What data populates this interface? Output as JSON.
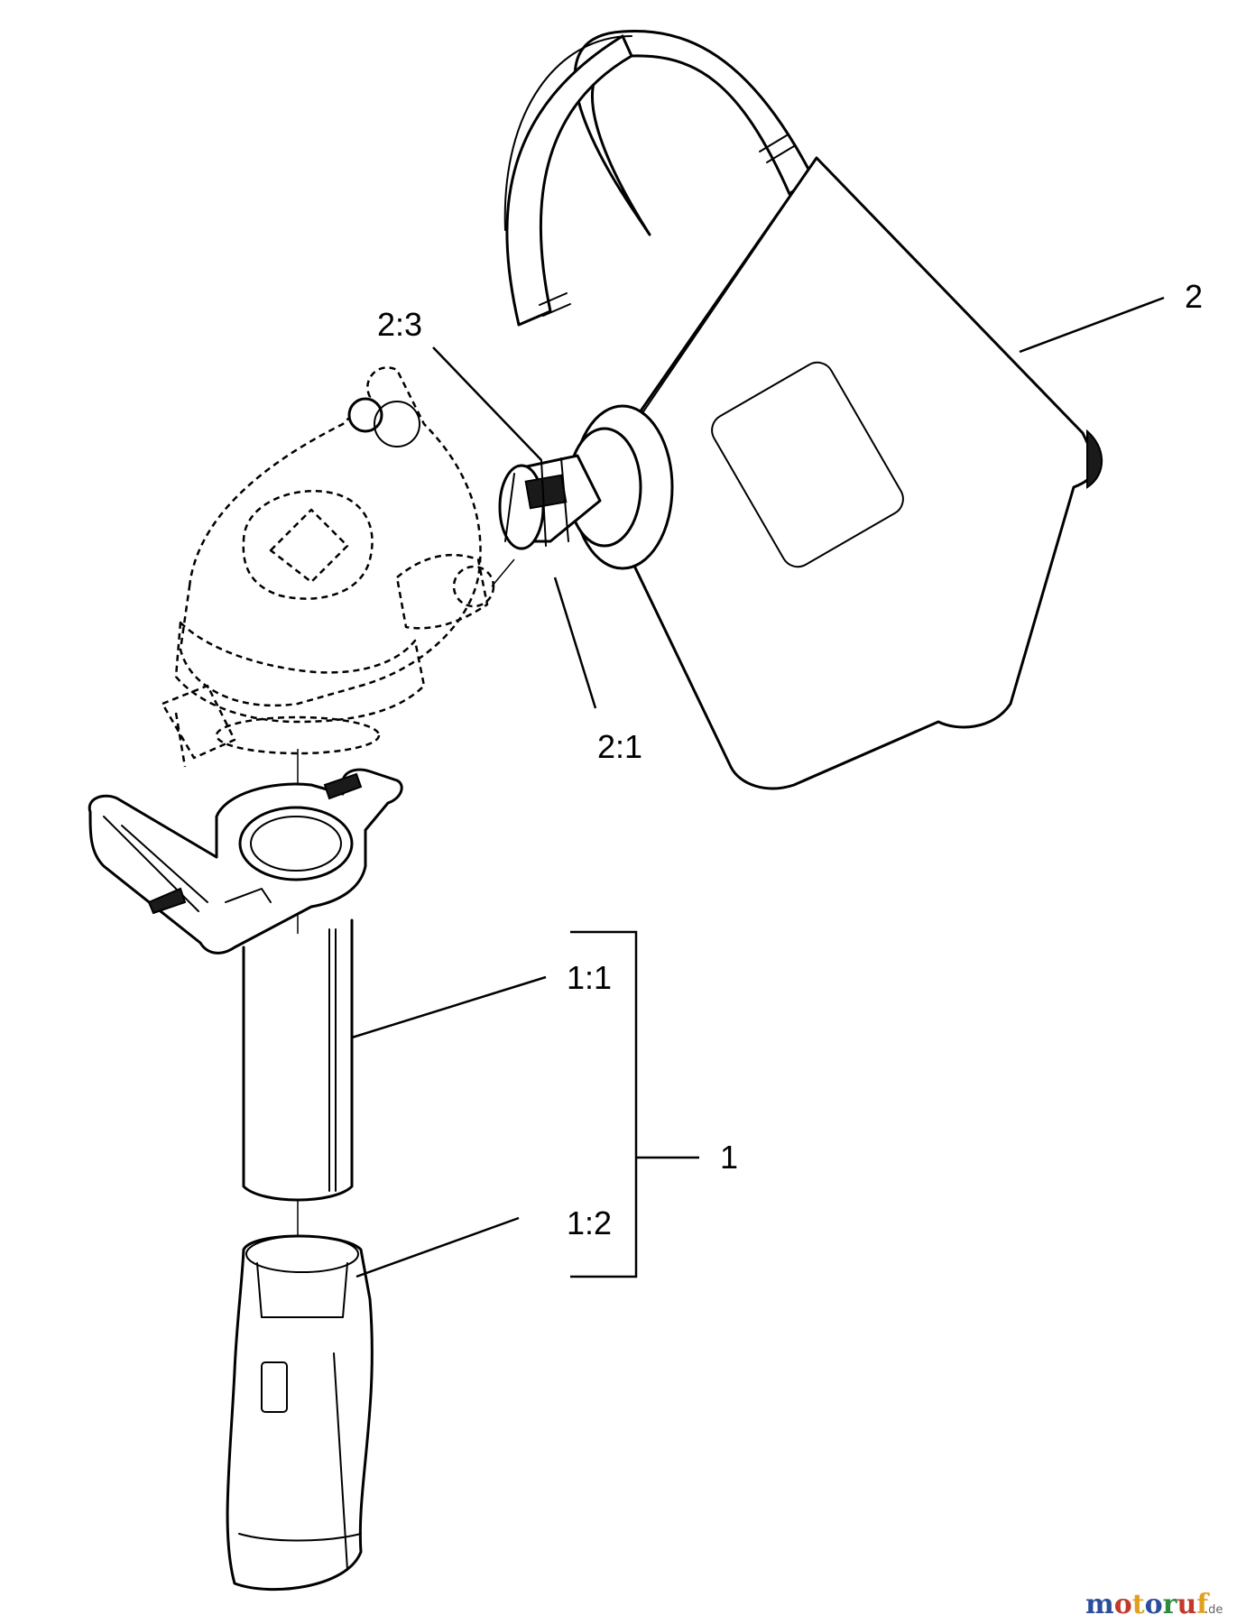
{
  "callouts": {
    "c_2": "2",
    "c_2_3": "2:3",
    "c_2_1": "2:1",
    "c_1_1": "1:1",
    "c_1": "1",
    "c_1_2": "1:2"
  },
  "watermark": {
    "letters": [
      "m",
      "o",
      "t",
      "o",
      "r",
      "u",
      "f"
    ],
    "letter_colors": [
      "#2a4d9c",
      "#c0392b",
      "#e0a020",
      "#2a4d9c",
      "#2e8b3e",
      "#c0392b",
      "#e0a020"
    ],
    "suffix": ".de"
  }
}
